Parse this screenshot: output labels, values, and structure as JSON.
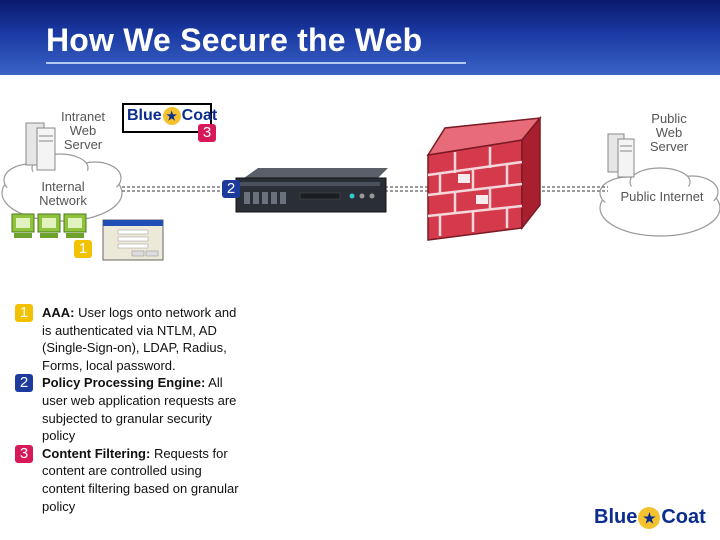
{
  "title": "How We Secure the Web",
  "labels": {
    "intranet_server": [
      "Intranet",
      "Web",
      "Server"
    ],
    "internal_network": [
      "Internal",
      "Network"
    ],
    "public_server": [
      "Public",
      "Web",
      "Server"
    ],
    "public_internet": "Public Internet"
  },
  "badges": {
    "one": "1",
    "two": "2",
    "three": "3"
  },
  "logo": {
    "left": "Blue",
    "right": "Coat",
    "star": "★"
  },
  "bullets": [
    {
      "badge": "1",
      "heading": "AAA:",
      "text": " User logs onto network and is authenticated via NTLM, AD (Single-Sign-on), LDAP, Radius, Forms, local password."
    },
    {
      "badge": "2",
      "heading": "Policy Processing Engine:",
      "text": " All user web application requests are subjected to granular security policy"
    },
    {
      "badge": "3",
      "heading": "Content Filtering:",
      "text": " Requests for content are controlled using content filtering based on granular policy"
    }
  ],
  "colors": {
    "header": "#1b3aa3",
    "badge1": "#f2c200",
    "badge2": "#1d3b9c",
    "badge3": "#d7195a",
    "firewall": "#d43a4c"
  }
}
